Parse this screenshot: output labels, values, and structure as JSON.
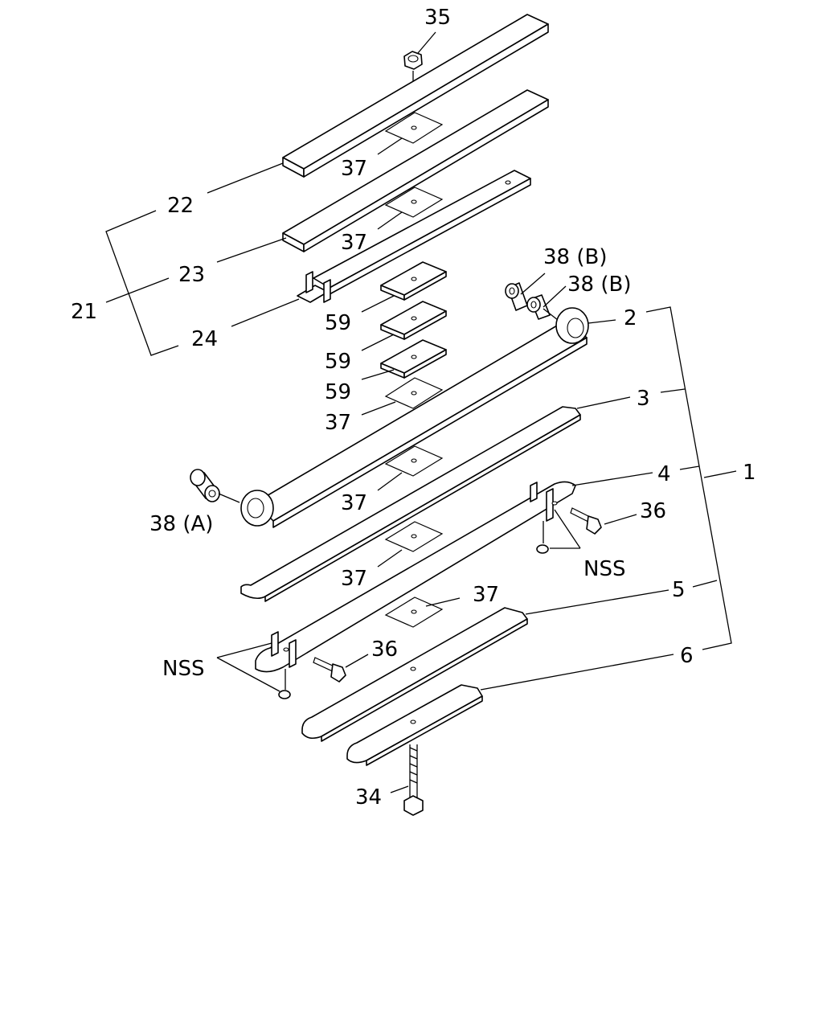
{
  "labels": {
    "p35": "35",
    "p37a": "37",
    "p37b": "37",
    "p37c": "37",
    "p37d": "37",
    "p37e": "37",
    "p37f": "37",
    "p22": "22",
    "p23": "23",
    "p24": "24",
    "p21": "21",
    "p59a": "59",
    "p59b": "59",
    "p59c": "59",
    "p38b1": "38 (B)",
    "p38b2": "38 (B)",
    "p2": "2",
    "p3": "3",
    "p4": "4",
    "p1": "1",
    "p5": "5",
    "p6": "6",
    "p36a": "36",
    "p36b": "36",
    "p38a": "38 (A)",
    "nss1": "NSS",
    "nss2": "NSS",
    "p34": "34"
  }
}
